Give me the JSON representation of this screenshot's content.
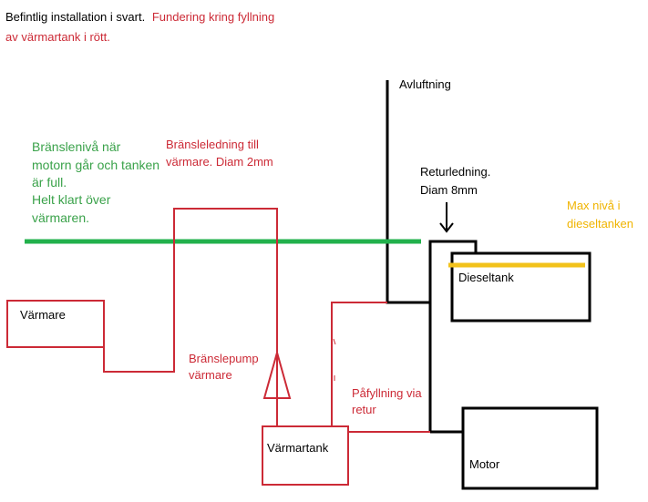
{
  "header": {
    "line1_black": "Befintlig installation i svart.",
    "line1_red": "Fundering kring fyllning",
    "line2_red": "av värmartank i rött."
  },
  "labels": {
    "avluftning": "Avluftning",
    "returledning_line1": "Returledning.",
    "returledning_line2": "Diam 8mm",
    "max_niva_line1": "Max nivå i",
    "max_niva_line2": "dieseltanken",
    "dieseltank": "Dieseltank",
    "motor": "Motor",
    "varmare": "Värmare",
    "varmartank": "Värmartank",
    "bransleniva_line1": "Bränslenivå när",
    "bransleniva_line2": "motorn går och tanken",
    "bransleniva_line3": "är full.",
    "bransleniva_line4": "Helt klart över",
    "bransleniva_line5": "värmaren.",
    "bransleledning_line1": "Bränsleledning till",
    "bransleledning_line2": "värmare. Diam 2mm",
    "branslepump_line1": "Bränslepump",
    "branslepump_line2": "värmare",
    "pafyllning_line1": "Påfyllning via",
    "pafyllning_line2": "retur"
  },
  "colors": {
    "black": "#000000",
    "red": "#cc2a36",
    "green": "#22b14c",
    "green_text": "#3aa24a",
    "yellow": "#f2c21b",
    "yellow_text": "#f0b400"
  }
}
